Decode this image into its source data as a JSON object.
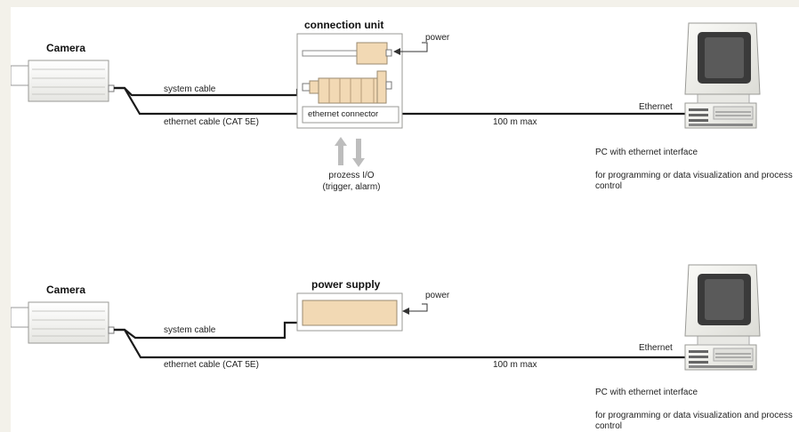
{
  "colors": {
    "background": "#ffffff",
    "page_margin": "#f3f1ea",
    "cable": "#1a1a1a",
    "module_fill": "#f2d9b4",
    "module_stroke": "#9a8a70",
    "device_body": "#f4f4f1",
    "device_screen": "#3a3a3a",
    "arrow": "#b8b8b8"
  },
  "top_diagram": {
    "camera_label": "Camera",
    "unit_title": "connection unit",
    "power_label": "power",
    "system_cable_label": "system cable",
    "ethernet_cable_label": "ethernet cable (CAT 5E)",
    "connector_label": "ethernet connector",
    "distance_label": "100 m max",
    "ethernet_label": "Ethernet",
    "io_label_line1": "prozess I/O",
    "io_label_line2": "(trigger, alarm)",
    "pc_title": "PC with ethernet interface",
    "pc_desc": "for programming or data visualization and process control"
  },
  "bottom_diagram": {
    "camera_label": "Camera",
    "unit_title": "power supply",
    "power_label": "power",
    "system_cable_label": "system cable",
    "ethernet_cable_label": "ethernet cable (CAT 5E)",
    "distance_label": "100 m max",
    "ethernet_label": "Ethernet",
    "pc_title": "PC with ethernet interface",
    "pc_desc": "for programming or data visualization and process control"
  }
}
